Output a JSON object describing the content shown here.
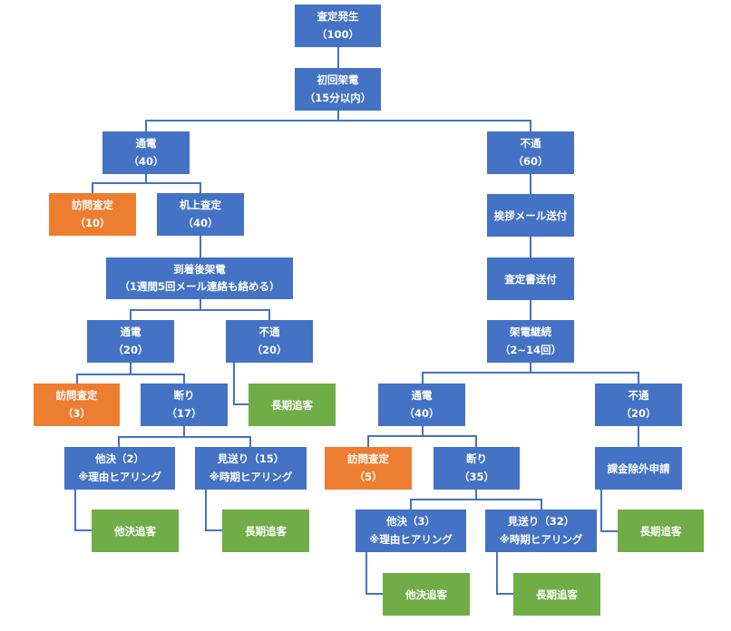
{
  "colors": {
    "process_box": "#4472C4",
    "visit_box": "#ED7D31",
    "followup_box": "#70AD47",
    "connector": "#4472C4"
  },
  "root": {
    "title": "査定発生",
    "count": "（100）"
  },
  "first_call": {
    "title": "初回架電",
    "note": "（15分以内）"
  },
  "connected_branch": {
    "connected": {
      "title": "通電",
      "count": "（40）"
    },
    "visit_appraisal": {
      "title": "訪問査定",
      "count": "（10）"
    },
    "desk_appraisal": {
      "title": "机上査定",
      "count": "（40）"
    },
    "post_arrival_call": {
      "title": "到着後架電",
      "note": "（1週間5回メール連絡も絡める）"
    },
    "connected2": {
      "title": "通電",
      "count": "（20）"
    },
    "not_connected2": {
      "title": "不通",
      "count": "（20）"
    },
    "visit_appraisal2": {
      "title": "訪問査定",
      "count": "（3）"
    },
    "declined": {
      "title": "断り",
      "count": "（17）"
    },
    "long_term_followup": "長期追客",
    "competitor": {
      "title": "他決（2）",
      "note": "※理由ヒアリング"
    },
    "postponed": {
      "title": "見送り（15）",
      "note": "※時期ヒアリング"
    },
    "competitor_followup": "他決追客",
    "postponed_followup": "長期追客"
  },
  "not_connected_branch": {
    "not_connected": {
      "title": "不通",
      "count": "（60）"
    },
    "greeting_mail": "挨拶メール送付",
    "appraisal_doc": "査定書送付",
    "continued_calls": {
      "title": "架電継続",
      "note": "（2~14回）"
    },
    "connected": {
      "title": "通電",
      "count": "（40）"
    },
    "not_connected2": {
      "title": "不通",
      "count": "（20）"
    },
    "visit_appraisal": {
      "title": "訪問査定",
      "count": "（5）"
    },
    "declined": {
      "title": "断り",
      "count": "（35）"
    },
    "billing_exclusion": "課金除外申請",
    "long_term_followup": "長期追客",
    "competitor": {
      "title": "他決（3）",
      "note": "※理由ヒアリング"
    },
    "postponed": {
      "title": "見送り（32）",
      "note": "※時期ヒアリング"
    },
    "competitor_followup": "他決追客",
    "postponed_followup": "長期追客"
  }
}
